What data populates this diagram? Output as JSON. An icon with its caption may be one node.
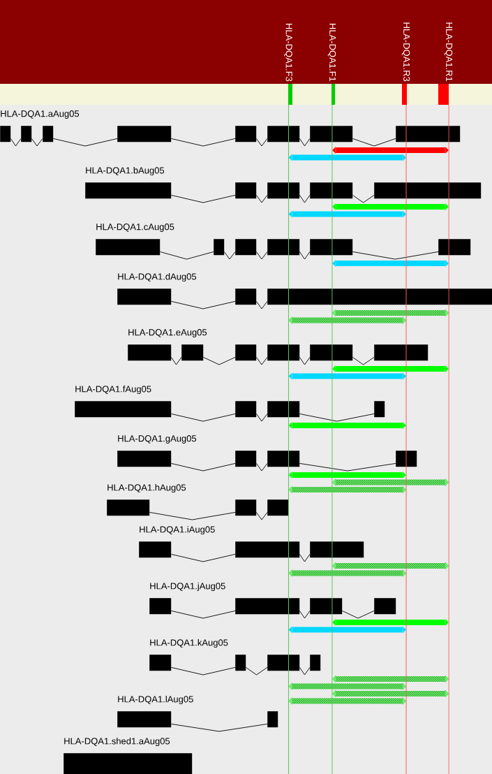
{
  "diagram": {
    "nodes": [
      {
        "text": [
          "HLA-DQA1.F3"
        ]
      },
      {
        "text": [
          "HLA-DQA1.F1"
        ]
      },
      {
        "text": [
          "HLA-DQA1.R3"
        ]
      },
      {
        "text": [
          "HLA-DQA1.R1"
        ]
      },
      {
        "text": [],
        "shape": "box"
      },
      {
        "text": [],
        "shape": "box"
      },
      {
        "text": [],
        "shape": "box"
      },
      {
        "text": [],
        "shape": "box"
      },
      {
        "text": [],
        "shape": "box"
      },
      {
        "text": [],
        "shape": "box"
      },
      {
        "text": [],
        "shape": "box"
      },
      {
        "text": [],
        "shape": "box"
      },
      {
        "text": [],
        "shape": "box"
      },
      {
        "text": [],
        "shape": "box"
      },
      {
        "text": [],
        "shape": "box"
      },
      {
        "text": [],
        "shape": "box"
      },
      {
        "text": [],
        "shape": "box"
      },
      {
        "text": [],
        "shape": "box"
      },
      {
        "text": [],
        "shape": "box"
      },
      {
        "text": [],
        "shape": "box"
      },
      {
        "text": [],
        "shape": "box"
      },
      {
        "text": [],
        "shape": "box"
      },
      {
        "text": [],
        "shape": "box"
      },
      {
        "text": [],
        "shape": "box"
      },
      {
        "text": [],
        "shape": "box"
      },
      {
        "text": [],
        "shape": "box"
      },
      {
        "text": [],
        "shape": "box"
      },
      {
        "text": [],
        "shape": "box"
      },
      {
        "text": [],
        "shape": "box"
      },
      {
        "text": [],
        "shape": "box"
      },
      {
        "text": [],
        "shape": "box"
      },
      {
        "text": [],
        "shape": "box"
      },
      {
        "text": [],
        "shape": "box"
      },
      {
        "text": [],
        "shape": "box"
      },
      {
        "text": [],
        "shape": "box"
      },
      {
        "text": [],
        "shape": "box"
      },
      {
        "text": [],
        "shape": "box"
      },
      {
        "text": [],
        "shape": "box"
      },
      {
        "text": [],
        "shape": "box"
      },
      {
        "text": [],
        "shape": "box"
      },
      {
        "text": [],
        "shape": "box"
      },
      {
        "text": [],
        "shape": "box"
      },
      {
        "text": [],
        "shape": "box"
      },
      {
        "text": [],
        "shape": "box"
      },
      {
        "text": [],
        "shape": "box"
      },
      {
        "text": [],
        "shape": "box"
      },
      {
        "text": [],
        "shape": "box"
      },
      {
        "text": [],
        "shape": "box"
      },
      {
        "text": [],
        "shape": "box"
      },
      {
        "text": [],
        "shape": "box"
      },
      {
        "text": [],
        "shape": "box"
      },
      {
        "text": [],
        "shape": "box"
      },
      {
        "text": [],
        "shape": "box"
      },
      {
        "text": [],
        "shape": "box"
      },
      {
        "text": [],
        "shape": "box"
      },
      {
        "text": [],
        "shape": "box"
      },
      {
        "text": [],
        "shape": "box"
      }
    ],
    "edges": [
      {
        "from": 4,
        "to": 5,
        "arrow": "none"
      },
      {
        "from": 5,
        "to": 6,
        "arrow": "none"
      },
      {
        "from": 6,
        "to": 7,
        "arrow": "none"
      },
      {
        "from": 7,
        "to": 8,
        "arrow": "none"
      },
      {
        "from": 8,
        "to": 9,
        "arrow": "none"
      },
      {
        "from": 9,
        "to": 10,
        "arrow": "none"
      },
      {
        "from": 10,
        "to": 11,
        "arrow": "none"
      },
      {
        "from": 12,
        "to": 13,
        "arrow": "none"
      },
      {
        "from": 13,
        "to": 14,
        "arrow": "none"
      },
      {
        "from": 14,
        "to": 15,
        "arrow": "none"
      },
      {
        "from": 15,
        "to": 16,
        "arrow": "none"
      },
      {
        "from": 17,
        "to": 18,
        "arrow": "none"
      },
      {
        "from": 18,
        "to": 19,
        "arrow": "none"
      },
      {
        "from": 19,
        "to": 20,
        "arrow": "none"
      },
      {
        "from": 20,
        "to": 21,
        "arrow": "none"
      },
      {
        "from": 21,
        "to": 22,
        "arrow": "none"
      },
      {
        "from": 23,
        "to": 24,
        "arrow": "none"
      },
      {
        "from": 24,
        "to": 25,
        "arrow": "none"
      },
      {
        "from": 26,
        "to": 27,
        "arrow": "none"
      },
      {
        "from": 27,
        "to": 28,
        "arrow": "none"
      },
      {
        "from": 28,
        "to": 29,
        "arrow": "none"
      },
      {
        "from": 29,
        "to": 30,
        "arrow": "none"
      },
      {
        "from": 30,
        "to": 31,
        "arrow": "none"
      },
      {
        "from": 32,
        "to": 33,
        "arrow": "none"
      },
      {
        "from": 33,
        "to": 34,
        "arrow": "none"
      },
      {
        "from": 34,
        "to": 35,
        "arrow": "none"
      },
      {
        "from": 36,
        "to": 37,
        "arrow": "none"
      },
      {
        "from": 37,
        "to": 38,
        "arrow": "none"
      },
      {
        "from": 38,
        "to": 39,
        "arrow": "none"
      },
      {
        "from": 40,
        "to": 41,
        "arrow": "none"
      },
      {
        "from": 41,
        "to": 42,
        "arrow": "none"
      },
      {
        "from": 43,
        "to": 44,
        "arrow": "none"
      },
      {
        "from": 44,
        "to": 45,
        "arrow": "none"
      },
      {
        "from": 46,
        "to": 47,
        "arrow": "none"
      },
      {
        "from": 47,
        "to": 48,
        "arrow": "none"
      },
      {
        "from": 48,
        "to": 49,
        "arrow": "none"
      },
      {
        "from": 50,
        "to": 51,
        "arrow": "none"
      },
      {
        "from": 51,
        "to": 52,
        "arrow": "none"
      },
      {
        "from": 52,
        "to": 53,
        "arrow": "none"
      },
      {
        "from": 54,
        "to": 55,
        "arrow": "none"
      }
    ],
    "labels": [
      "HLA-DQA1.aAug05",
      "HLA-DQA1.bAug05",
      "HLA-DQA1.cAug05",
      "HLA-DQA1.dAug05",
      "HLA-DQA1.eAug05",
      "HLA-DQA1.fAug05",
      "HLA-DQA1.gAug05",
      "HLA-DQA1.hAug05",
      "HLA-DQA1.iAug05",
      "HLA-DQA1.jAug05",
      "HLA-DQA1.kAug05",
      "HLA-DQA1.lAug05",
      "HLA-DQA1.shed1.aAug05"
    ]
  }
}
